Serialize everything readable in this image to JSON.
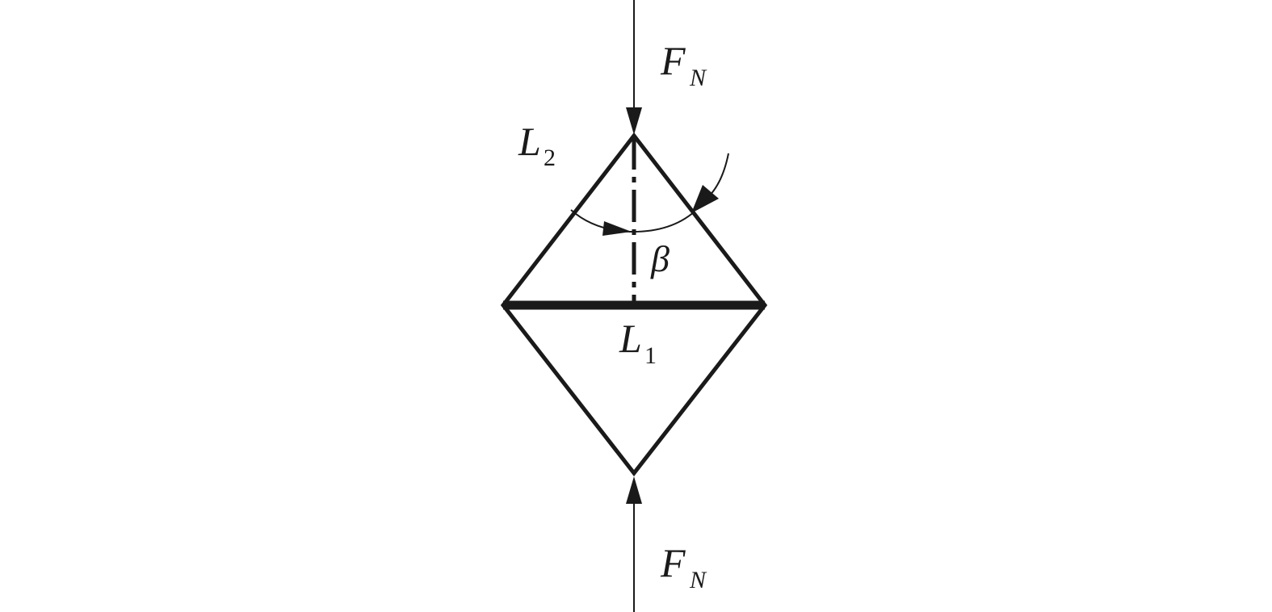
{
  "labels": {
    "force_top": {
      "main": "F",
      "sub": "N"
    },
    "force_bottom": {
      "main": "F",
      "sub": "N"
    },
    "side_length": {
      "main": "L",
      "sub": "2"
    },
    "base_length": {
      "main": "L",
      "sub": "1"
    },
    "angle": "β"
  },
  "colors": {
    "stroke": "#1a1a1a",
    "background": "#ffffff"
  }
}
